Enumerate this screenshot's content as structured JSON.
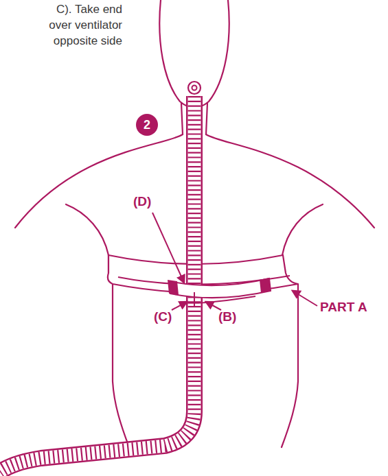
{
  "diagram": {
    "nodes": [
      {
        "text": [
          "2"
        ]
      }
    ],
    "labels": [
      "C). Take end over ventilator opposite side",
      "(D)",
      "(C)",
      "(B)",
      "PART A"
    ]
  }
}
